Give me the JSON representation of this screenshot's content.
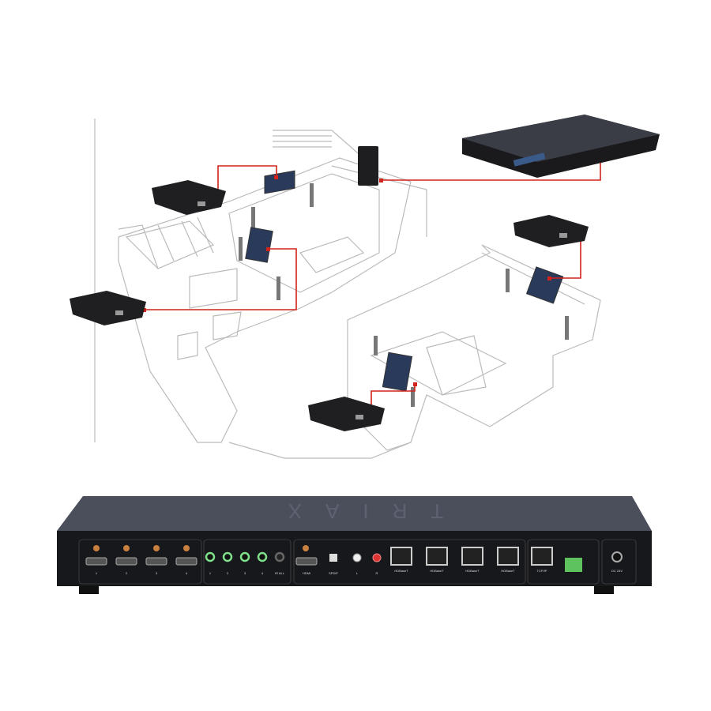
{
  "colors": {
    "link": "#d2231c",
    "device": "#1e1e20",
    "panel": "#17181c",
    "top": "#4b4f5c",
    "outline": "#bdbdbd"
  },
  "brand": "TRIAX",
  "panel": {
    "hdmi_inputs": [
      "1",
      "2",
      "3",
      "4"
    ],
    "audio_outputs": [
      "1",
      "2",
      "3",
      "4",
      "IR ALL"
    ],
    "out_labels": {
      "hdmi": "HDMI",
      "spdif": "SPDIF",
      "l": "L",
      "r": "R"
    },
    "hdbaset": [
      "HDBaseT",
      "HDBaseT",
      "HDBaseT",
      "HDBaseT"
    ],
    "tcpip": "TCP/IP",
    "power": "DC 24V"
  }
}
